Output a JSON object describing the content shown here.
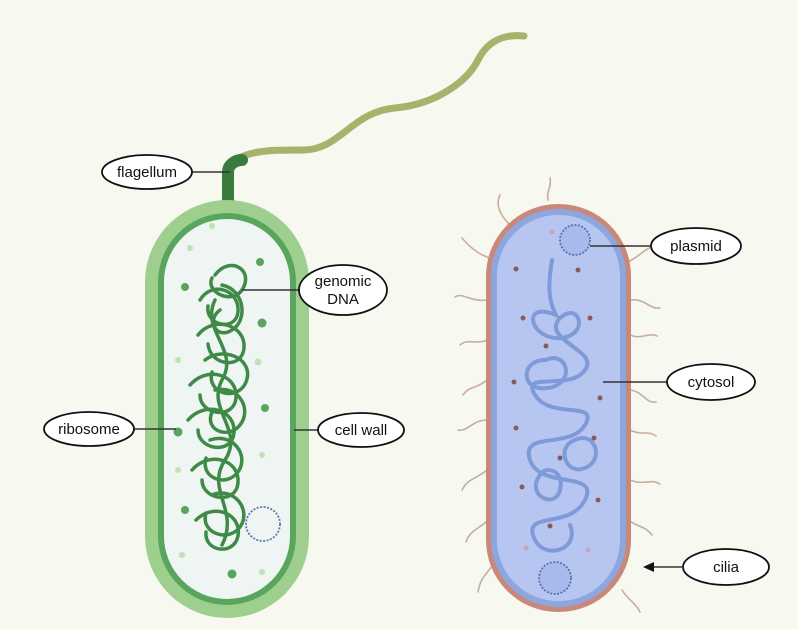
{
  "labels": {
    "flagellum": "flagellum",
    "genomic_dna_line1": "genomic",
    "genomic_dna_line2": "DNA",
    "ribosome": "ribosome",
    "cell_wall": "cell wall",
    "plasmid": "plasmid",
    "cytosol": "cytosol",
    "cilia": "cilia"
  },
  "colors": {
    "background": "#f7f9f1",
    "green_wall_outer": "#9fcf8f",
    "green_wall_inner": "#5aa55e",
    "green_cytoplasm": "#eef5f2",
    "green_dna": "#3f8a47",
    "flagellum": "#a7b36a",
    "flagellum_base": "#3a7b3e",
    "blue_wall_outer": "#c9897a",
    "blue_cytoplasm": "#b7c6f0",
    "blue_dna": "#7e9bd8",
    "cilia": "#c8ad9a"
  }
}
